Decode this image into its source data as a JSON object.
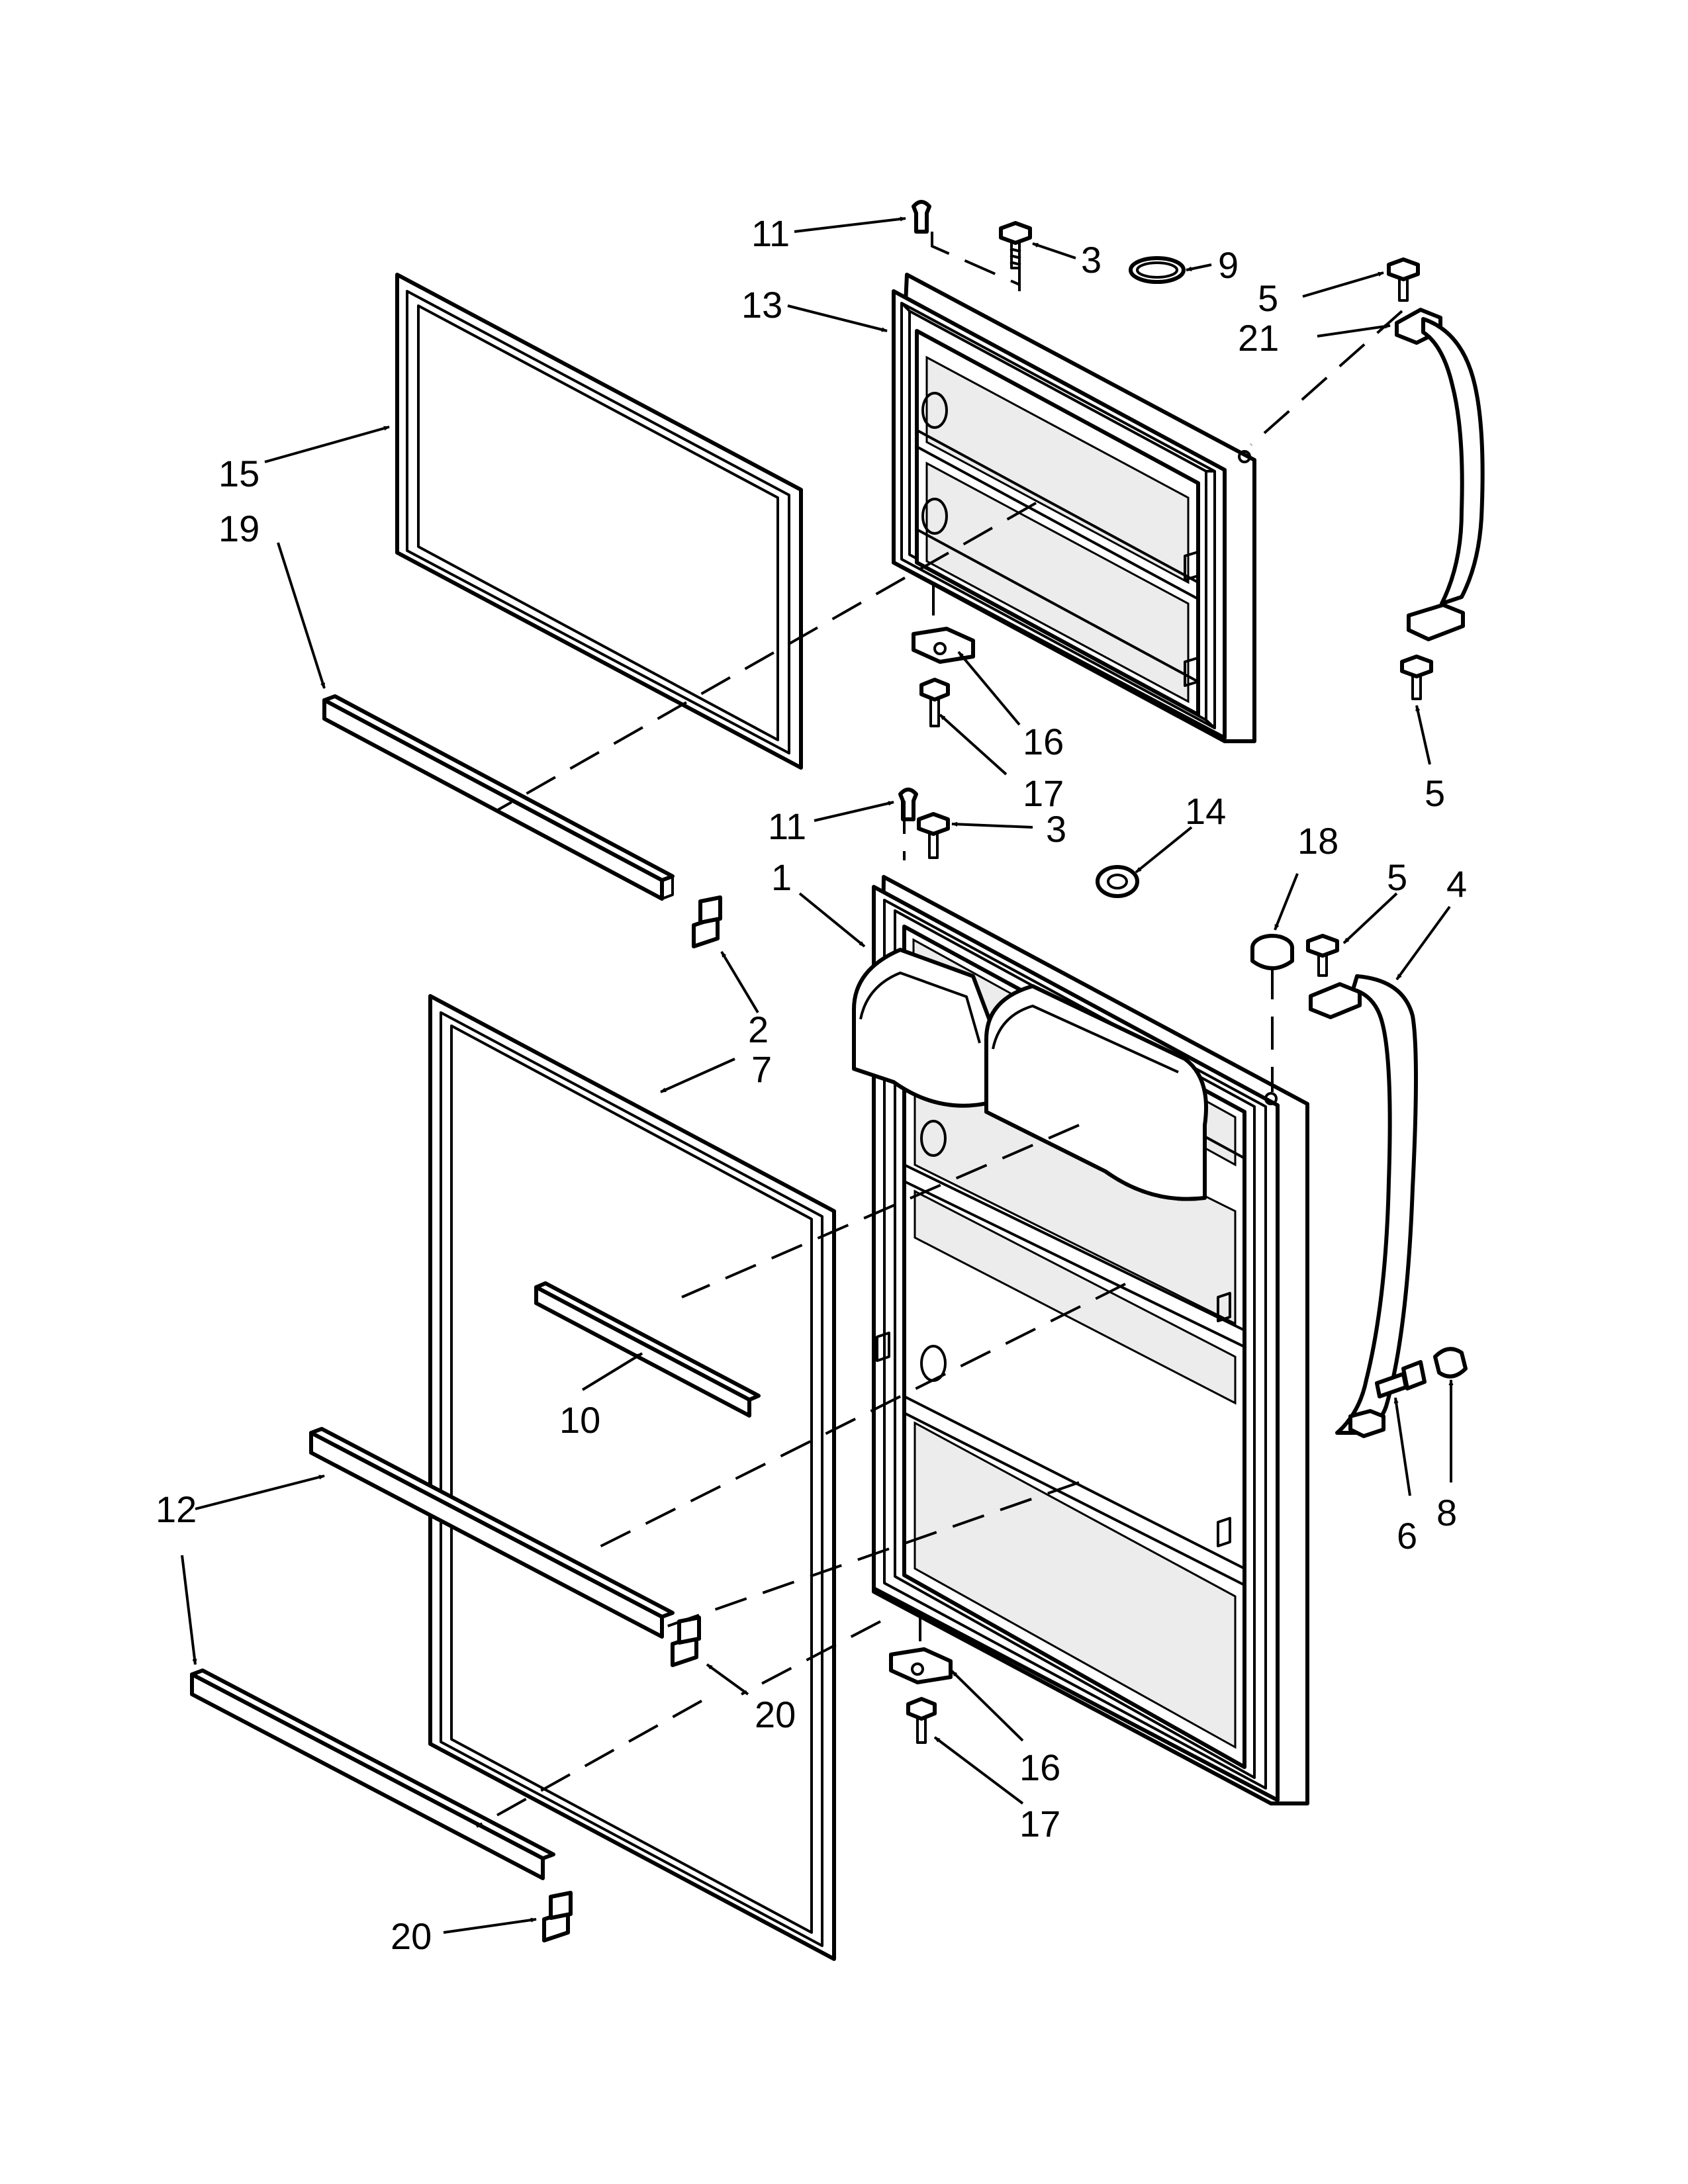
{
  "callouts": {
    "c11a": "11",
    "c3a": "3",
    "c9": "9",
    "c5a": "5",
    "c21": "21",
    "c13": "13",
    "c15": "15",
    "c19": "19",
    "c16a": "16",
    "c17a": "17",
    "c5b": "5",
    "c11b": "11",
    "c3b": "3",
    "c14": "14",
    "c18": "18",
    "c5c": "5",
    "c4": "4",
    "c1": "1",
    "c2": "2",
    "c7": "7",
    "c10": "10",
    "c12": "12",
    "c20a": "20",
    "c16b": "16",
    "c17b": "17",
    "c6": "6",
    "c8": "8",
    "c20b": "20"
  }
}
